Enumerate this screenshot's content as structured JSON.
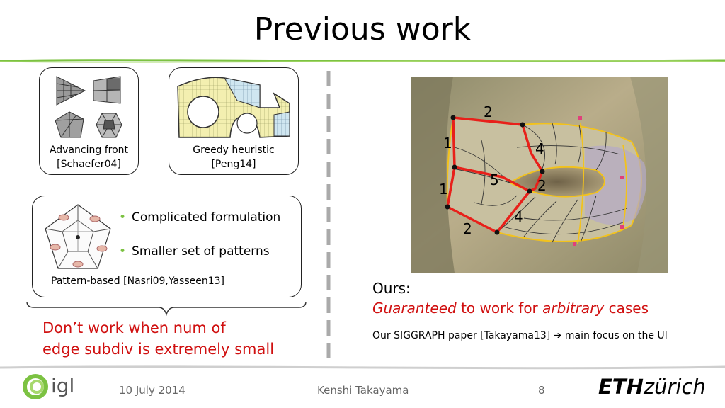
{
  "slide": {
    "title": "Previous work",
    "page_number": "8"
  },
  "panels": {
    "advancing_front": {
      "caption_line1": "Advancing front",
      "caption_line2": "[Schaefer04]"
    },
    "greedy_heuristic": {
      "caption_line1": "Greedy heuristic",
      "caption_line2": "[Peng14]"
    },
    "pattern_based": {
      "bullets": [
        "Complicated formulation",
        "Smaller set of patterns"
      ],
      "caption": "Pattern-based [Nasri09,Yasseen13]"
    }
  },
  "conclusion": {
    "line1": "Don’t work when num of",
    "line2": "edge subdiv is extremely small"
  },
  "ours": {
    "heading": "Ours:",
    "emph1": "Guaranteed",
    "middle": " to work for ",
    "emph2": "arbitrary",
    "tail": " cases",
    "paper_note": "Our SIGGRAPH paper [Takayama13]",
    "arrow": "➔",
    "focus": " main focus on the UI"
  },
  "figure_labels": {
    "top": "2",
    "left_upper": "1",
    "right_upper": "4",
    "center": "5",
    "right_lower": "2",
    "left_lower": "1",
    "bottom_right": "4",
    "bottom_left": "2"
  },
  "footer": {
    "logo_text": "igl",
    "date": "10 July 2014",
    "author": "Kenshi Takayama",
    "eth_bold": "ETH",
    "eth_italic": "zürich"
  },
  "colors": {
    "accent_green": "#7cc242",
    "red_text": "#d01010",
    "red_path": "#e8201a",
    "mesh_yellow": "#f2c21c"
  }
}
